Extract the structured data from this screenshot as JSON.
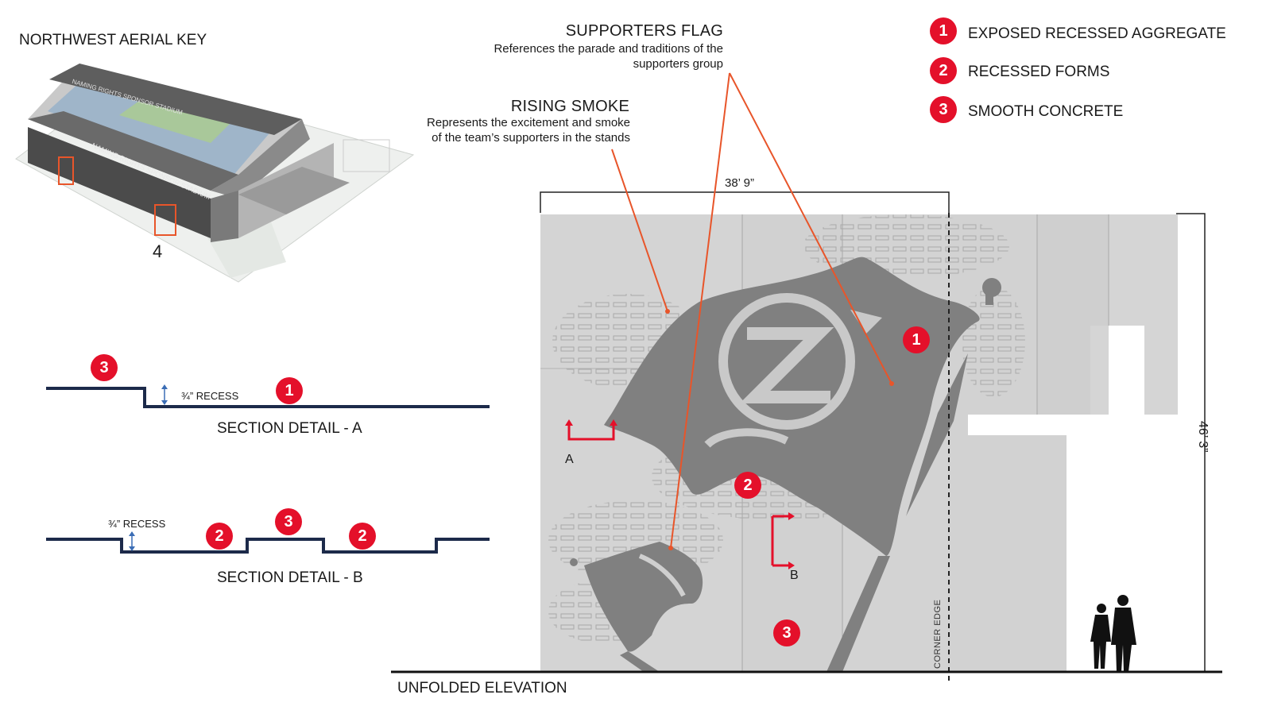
{
  "aerial_key": {
    "title": "NORTHWEST AERIAL KEY",
    "view_number": "4",
    "roof_text_1": "NAMING RIGHTS SPONSOR STADIUM",
    "roof_text_2": "NAMING RIGHTS SPONSOR STADIUM"
  },
  "callouts": {
    "supporters_flag": {
      "title": "SUPPORTERS FLAG",
      "desc_line1": "References the parade and traditions of the",
      "desc_line2": "supporters group"
    },
    "rising_smoke": {
      "title": "RISING SMOKE",
      "desc_line1": "Represents the excitement and smoke",
      "desc_line2": "of the team’s supporters in the stands"
    }
  },
  "legend": [
    {
      "num": "1",
      "label": "EXPOSED RECESSED AGGREGATE"
    },
    {
      "num": "2",
      "label": "RECESSED FORMS"
    },
    {
      "num": "3",
      "label": "SMOOTH CONCRETE"
    }
  ],
  "section_a": {
    "title": "SECTION DETAIL - A",
    "recess": "¾” RECESS",
    "badges": [
      "3",
      "1"
    ]
  },
  "section_b": {
    "title": "SECTION DETAIL - B",
    "recess": "¾” RECESS",
    "badges": [
      "2",
      "3",
      "2"
    ]
  },
  "elevation": {
    "title": "UNFOLDED ELEVATION",
    "width_dim": "38’ 9”",
    "height_dim": "46’ 3”",
    "corner_label": "CORNER EDGE",
    "section_a_marker": "A",
    "section_b_marker": "B",
    "badges": [
      "1",
      "2",
      "3"
    ]
  },
  "colors": {
    "accent_red": "#e4102a",
    "leader_orange": "#e8552a",
    "section_navy": "#1c2a4a",
    "wall_light": "#d6d6d6",
    "flag_gray": "#7f7f7f"
  }
}
